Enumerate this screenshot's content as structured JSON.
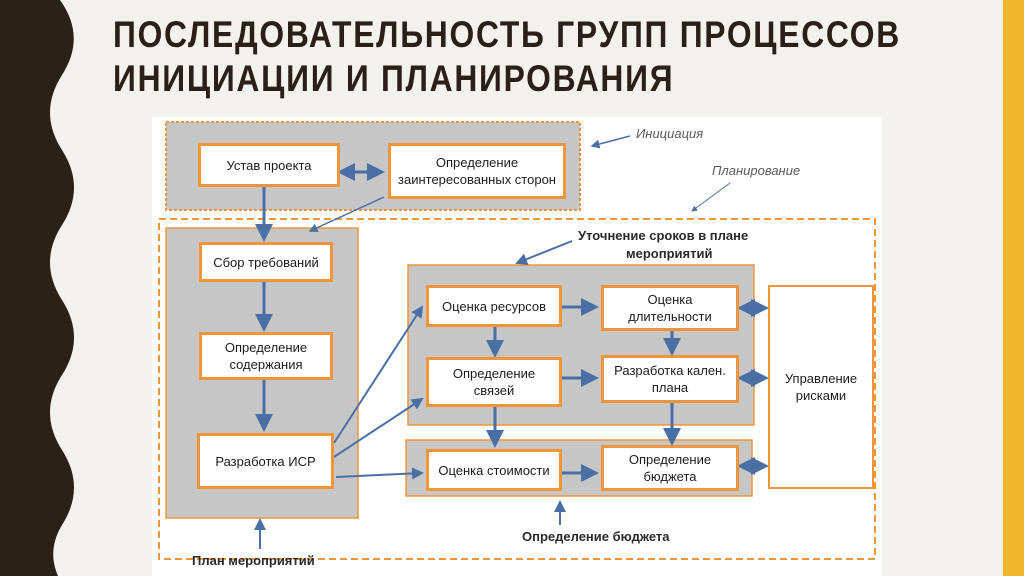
{
  "title": {
    "line1": "ПОСЛЕДОВАТЕЛЬНОСТЬ ГРУПП ПРОЦЕССОВ",
    "line2": "ИНИЦИАЦИИ И ПЛАНИРОВАНИЯ"
  },
  "colors": {
    "accent_orange": "#f0953a",
    "arrow_blue": "#4a6fa5",
    "group_gray": "#c6c6c6",
    "sidebar_dark": "#2b2116",
    "right_bar": "#f2b52c"
  },
  "diagram": {
    "labels": {
      "initiation": "Инициация",
      "planning": "Планирование",
      "schedule_refine": "Уточнение сроков в плане",
      "schedule_refine_2": "мероприятий",
      "budget_def": "Определение бюджета",
      "action_plan": "План мероприятий"
    },
    "nodes": {
      "charter": "Устав проекта",
      "stakeholders": "Определение заинтересованных сторон",
      "requirements": "Сбор требований",
      "scope": "Определение содержания",
      "wbs": "Разработка ИСР",
      "resources": "Оценка ресурсов",
      "duration": "Оценка длительности",
      "dependencies": "Определение связей",
      "schedule": "Разработка кален. плана",
      "cost": "Оценка стоимости",
      "budget": "Определение бюджета",
      "risks": "Управление рисками"
    }
  }
}
